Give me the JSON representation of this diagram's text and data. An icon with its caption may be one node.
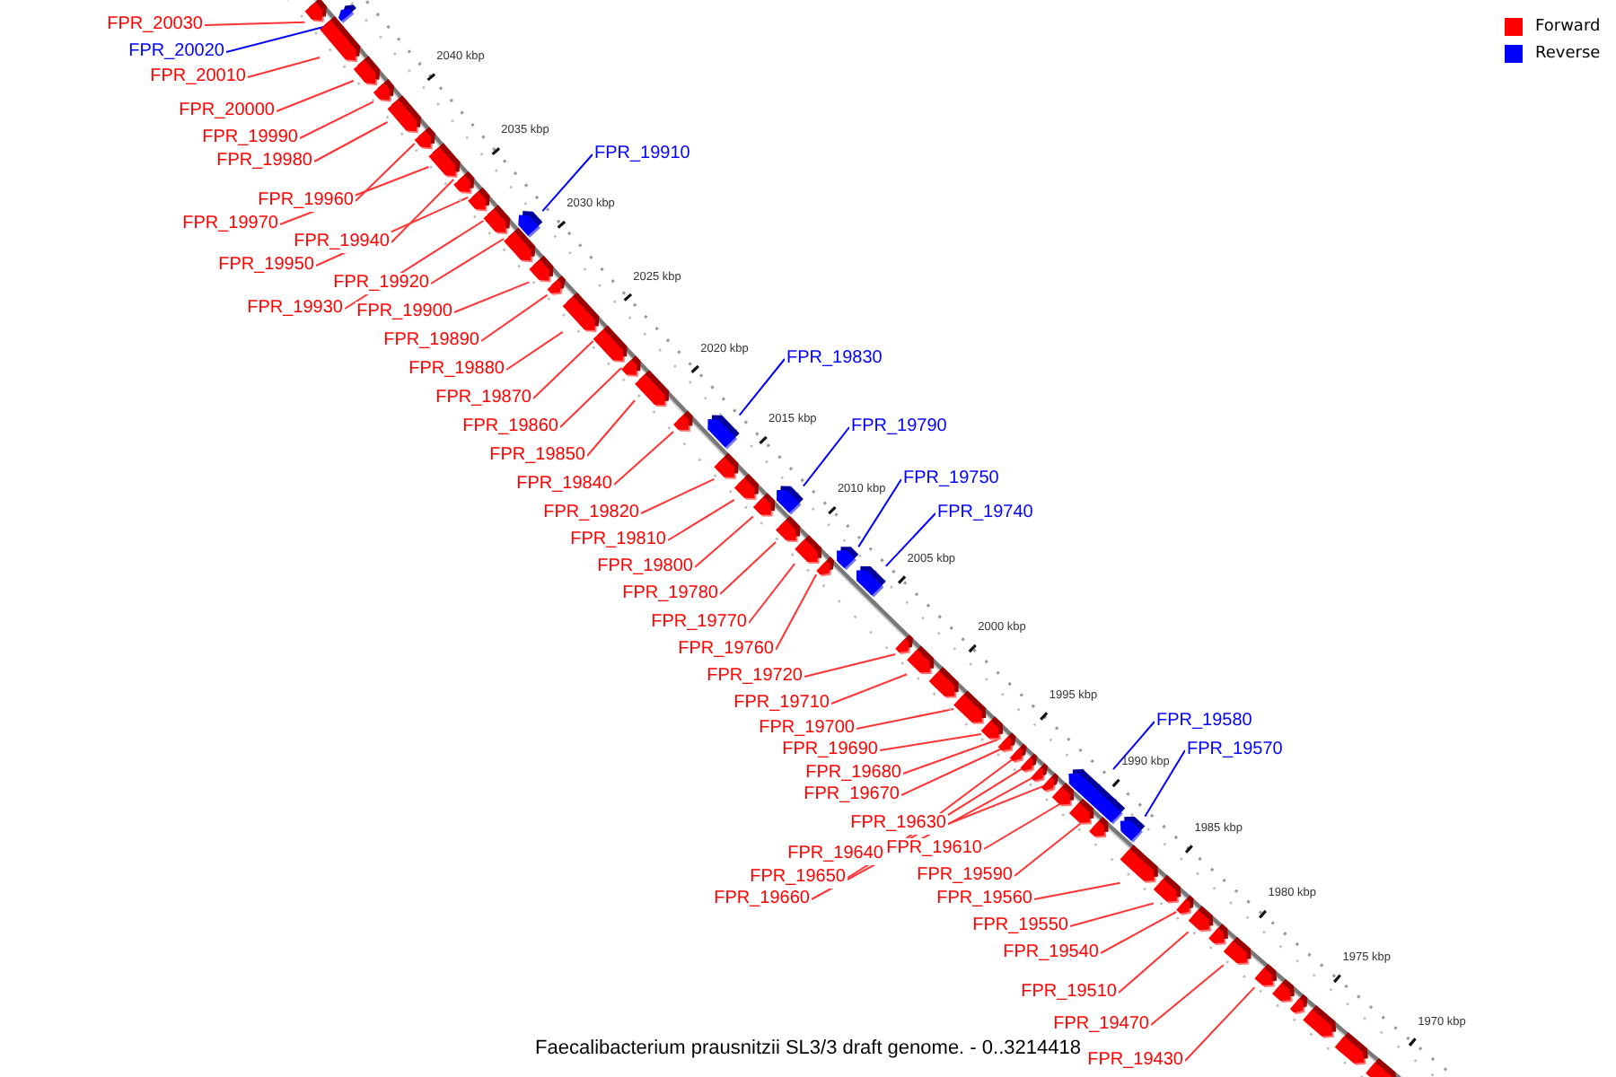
{
  "diagram": {
    "caption": "Faecalibacterium prausnitzii SL3/3 draft genome. - 0..3214418",
    "nodes": [
      {
        "text": [
          "FPR_20030"
        ]
      },
      {
        "text": [
          "FPR_20020"
        ]
      },
      {
        "text": [
          "FPR_20010"
        ]
      },
      {
        "text": [
          "FPR_20000"
        ]
      },
      {
        "text": [
          "FPR_19990"
        ]
      },
      {
        "text": [
          "FPR_19910"
        ]
      },
      {
        "text": [
          "FPR_19980"
        ]
      },
      {
        "text": [
          "FPR_19960"
        ]
      },
      {
        "text": [
          "FPR_19970"
        ]
      },
      {
        "text": [
          "FPR_19940"
        ]
      },
      {
        "text": [
          "FPR_19950"
        ]
      },
      {
        "text": [
          "FPR_19920"
        ]
      },
      {
        "text": [
          "FPR_19930"
        ]
      },
      {
        "text": [
          "FPR_19900"
        ]
      },
      {
        "text": [
          "FPR_19890"
        ]
      },
      {
        "text": [
          "FPR_19830"
        ]
      },
      {
        "text": [
          "FPR_19880"
        ]
      },
      {
        "text": [
          "FPR_19870"
        ]
      },
      {
        "text": [
          "FPR_19790"
        ]
      },
      {
        "text": [
          "FPR_19860"
        ]
      },
      {
        "text": [
          "FPR_19850"
        ]
      },
      {
        "text": [
          "FPR_19750"
        ]
      },
      {
        "text": [
          "FPR_19840"
        ]
      },
      {
        "text": [
          "FPR_19820"
        ]
      },
      {
        "text": [
          "FPR_19740"
        ]
      },
      {
        "text": [
          "FPR_19810"
        ]
      },
      {
        "text": [
          "FPR_19800"
        ]
      },
      {
        "text": [
          "FPR_19780"
        ]
      },
      {
        "text": [
          "FPR_19770"
        ]
      },
      {
        "text": [
          "FPR_19760"
        ]
      },
      {
        "text": [
          "FPR_19720"
        ]
      },
      {
        "text": [
          "FPR_19710"
        ]
      },
      {
        "text": [
          "FPR_19580"
        ]
      },
      {
        "text": [
          "FPR_19700"
        ]
      },
      {
        "text": [
          "FPR_19690"
        ]
      },
      {
        "text": [
          "FPR_19570"
        ]
      },
      {
        "text": [
          "FPR_19680"
        ]
      },
      {
        "text": [
          "FPR_19670"
        ]
      },
      {
        "text": [
          "FPR_19630"
        ]
      },
      {
        "text": [
          "FPR_19610"
        ]
      },
      {
        "text": [
          "FPR_19640"
        ]
      },
      {
        "text": [
          "FPR_19590"
        ]
      },
      {
        "text": [
          "FPR_19650"
        ]
      },
      {
        "text": [
          "FPR_19660"
        ]
      },
      {
        "text": [
          "FPR_19560"
        ]
      },
      {
        "text": [
          "FPR_19550"
        ]
      },
      {
        "text": [
          "FPR_19540"
        ]
      },
      {
        "text": [
          "FPR_19510"
        ]
      },
      {
        "text": [
          "FPR_19470"
        ]
      },
      {
        "text": [
          "FPR_19430"
        ]
      },
      {
        "text": [],
        "shape": "bar"
      },
      {
        "text": [],
        "shape": "bar"
      },
      {
        "text": [],
        "shape": "bar"
      },
      {
        "text": [],
        "shape": "bar"
      },
      {
        "text": [],
        "shape": "bar"
      },
      {
        "text": [],
        "shape": "bar"
      },
      {
        "text": [],
        "shape": "bar"
      },
      {
        "text": [],
        "shape": "bar"
      },
      {
        "text": [],
        "shape": "bar"
      },
      {
        "text": [],
        "shape": "bar"
      },
      {
        "text": [],
        "shape": "bar"
      },
      {
        "text": [],
        "shape": "bar"
      },
      {
        "text": [],
        "shape": "bar"
      },
      {
        "text": [],
        "shape": "bar"
      },
      {
        "text": [],
        "shape": "bar"
      },
      {
        "text": [],
        "shape": "bar"
      },
      {
        "text": [],
        "shape": "bar"
      },
      {
        "text": [],
        "shape": "bar"
      },
      {
        "text": [],
        "shape": "bar"
      },
      {
        "text": [],
        "shape": "bar"
      },
      {
        "text": [],
        "shape": "bar"
      },
      {
        "text": [],
        "shape": "bar"
      },
      {
        "text": [],
        "shape": "bar"
      },
      {
        "text": [],
        "shape": "bar"
      },
      {
        "text": [],
        "shape": "bar"
      },
      {
        "text": [],
        "shape": "bar"
      },
      {
        "text": [],
        "shape": "bar"
      },
      {
        "text": [],
        "shape": "bar"
      },
      {
        "text": [],
        "shape": "bar"
      },
      {
        "text": [],
        "shape": "bar"
      },
      {
        "text": [],
        "shape": "bar"
      },
      {
        "text": [],
        "shape": "bar"
      },
      {
        "text": [],
        "shape": "bar"
      },
      {
        "text": [],
        "shape": "bar"
      },
      {
        "text": [],
        "shape": "bar"
      },
      {
        "text": [],
        "shape": "bar"
      },
      {
        "text": [],
        "shape": "bar"
      },
      {
        "text": [],
        "shape": "bar"
      },
      {
        "text": [],
        "shape": "bar"
      },
      {
        "text": [],
        "shape": "bar"
      },
      {
        "text": [],
        "shape": "bar"
      },
      {
        "text": [],
        "shape": "bar"
      },
      {
        "text": [],
        "shape": "bar"
      },
      {
        "text": [],
        "shape": "bar"
      },
      {
        "text": [],
        "shape": "bar"
      },
      {
        "text": [],
        "shape": "bar"
      },
      {
        "text": [],
        "shape": "bar"
      },
      {
        "text": [],
        "shape": "bar"
      },
      {
        "text": [],
        "shape": "bar"
      },
      {
        "text": [],
        "shape": "bar"
      },
      {
        "text": [],
        "shape": "bar"
      },
      {
        "text": [],
        "shape": "bar"
      },
      {
        "text": [],
        "shape": "bar"
      },
      {
        "text": [],
        "shape": "bar"
      },
      {
        "text": [],
        "shape": "bar"
      },
      {
        "text": [],
        "shape": "bar"
      },
      {
        "text": [],
        "shape": "bar"
      }
    ],
    "edges": [
      {
        "from": 0,
        "to": 50,
        "arrow": "none"
      },
      {
        "from": 1,
        "to": 51,
        "arrow": "none",
        "color": "#0000ff"
      },
      {
        "from": 2,
        "to": 52,
        "arrow": "none"
      },
      {
        "from": 3,
        "to": 53,
        "arrow": "none"
      },
      {
        "from": 4,
        "to": 54,
        "arrow": "none"
      },
      {
        "from": 5,
        "to": 55,
        "arrow": "none",
        "color": "#0000ff"
      },
      {
        "from": 6,
        "to": 56,
        "arrow": "none"
      },
      {
        "from": 7,
        "to": 57,
        "arrow": "none"
      },
      {
        "from": 8,
        "to": 58,
        "arrow": "none"
      },
      {
        "from": 9,
        "to": 59,
        "arrow": "none"
      },
      {
        "from": 10,
        "to": 60,
        "arrow": "none"
      },
      {
        "from": 11,
        "to": 61,
        "arrow": "none"
      },
      {
        "from": 12,
        "to": 62,
        "arrow": "none"
      },
      {
        "from": 13,
        "to": 63,
        "arrow": "none"
      },
      {
        "from": 14,
        "to": 64,
        "arrow": "none"
      },
      {
        "from": 15,
        "to": 65,
        "arrow": "none",
        "color": "#0000ff"
      },
      {
        "from": 16,
        "to": 66,
        "arrow": "none"
      },
      {
        "from": 17,
        "to": 67,
        "arrow": "none"
      },
      {
        "from": 18,
        "to": 68,
        "arrow": "none",
        "color": "#0000ff"
      },
      {
        "from": 19,
        "to": 69,
        "arrow": "none"
      },
      {
        "from": 20,
        "to": 70,
        "arrow": "none"
      },
      {
        "from": 21,
        "to": 71,
        "arrow": "none",
        "color": "#0000ff"
      },
      {
        "from": 22,
        "to": 72,
        "arrow": "none"
      },
      {
        "from": 23,
        "to": 73,
        "arrow": "none"
      },
      {
        "from": 24,
        "to": 74,
        "arrow": "none",
        "color": "#0000ff"
      },
      {
        "from": 25,
        "to": 75,
        "arrow": "none"
      },
      {
        "from": 26,
        "to": 76,
        "arrow": "none"
      },
      {
        "from": 27,
        "to": 77,
        "arrow": "none"
      },
      {
        "from": 28,
        "to": 78,
        "arrow": "none"
      },
      {
        "from": 29,
        "to": 79,
        "arrow": "none"
      },
      {
        "from": 30,
        "to": 80,
        "arrow": "none"
      },
      {
        "from": 31,
        "to": 81,
        "arrow": "none"
      },
      {
        "from": 32,
        "to": 82,
        "arrow": "none",
        "color": "#0000ff"
      },
      {
        "from": 33,
        "to": 83,
        "arrow": "none"
      },
      {
        "from": 34,
        "to": 84,
        "arrow": "none"
      },
      {
        "from": 35,
        "to": 85,
        "arrow": "none",
        "color": "#0000ff"
      },
      {
        "from": 36,
        "to": 86,
        "arrow": "none"
      },
      {
        "from": 37,
        "to": 87,
        "arrow": "none"
      },
      {
        "from": 38,
        "to": 88,
        "arrow": "none"
      },
      {
        "from": 39,
        "to": 89,
        "arrow": "none"
      },
      {
        "from": 40,
        "to": 90,
        "arrow": "none"
      },
      {
        "from": 41,
        "to": 91,
        "arrow": "none"
      },
      {
        "from": 42,
        "to": 92,
        "arrow": "none"
      },
      {
        "from": 43,
        "to": 93,
        "arrow": "none"
      },
      {
        "from": 44,
        "to": 94,
        "arrow": "none"
      },
      {
        "from": 45,
        "to": 95,
        "arrow": "none"
      },
      {
        "from": 46,
        "to": 96,
        "arrow": "none"
      },
      {
        "from": 47,
        "to": 97,
        "arrow": "none"
      },
      {
        "from": 48,
        "to": 98,
        "arrow": "none"
      },
      {
        "from": 49,
        "to": 99,
        "arrow": "none"
      }
    ],
    "labels": [
      "2040 kbp",
      "2035 kbp",
      "2030 kbp",
      "2025 kbp",
      "2020 kbp",
      "2015 kbp",
      "2010 kbp",
      "2005 kbp",
      "2000 kbp",
      "1995 kbp",
      "1990 kbp",
      "1985 kbp",
      "1980 kbp",
      "1975 kbp",
      "1970 kbp"
    ],
    "legend": [
      {
        "text": "Forward",
        "color": "#ff0000"
      },
      {
        "text": "Reverse",
        "color": "#0000ff"
      }
    ]
  }
}
